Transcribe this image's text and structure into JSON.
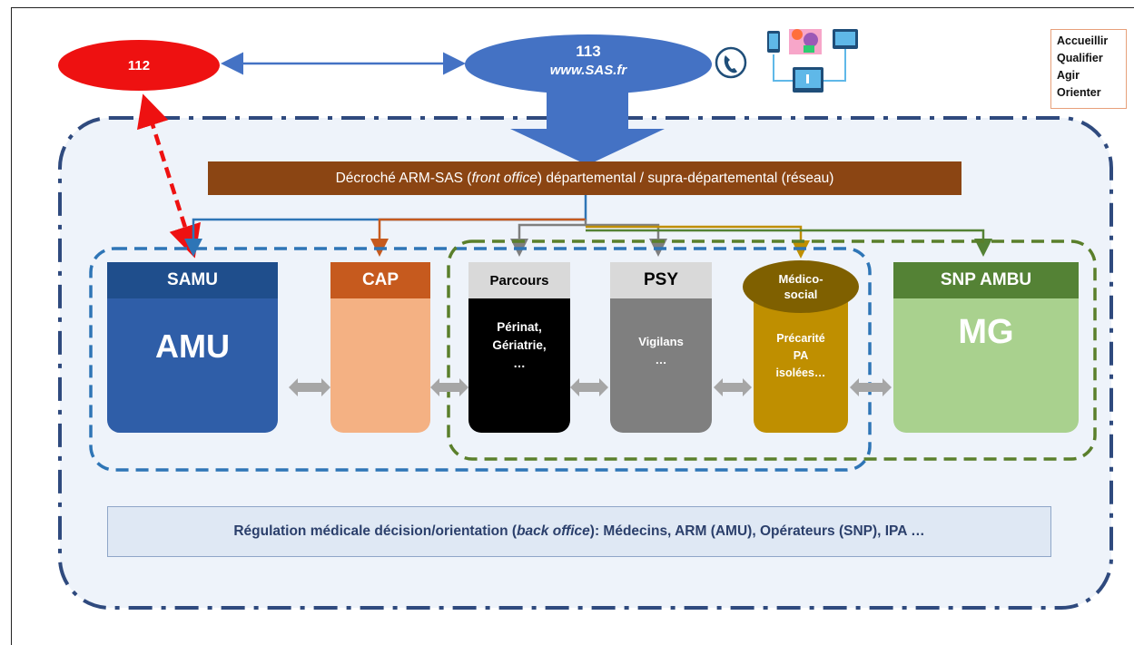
{
  "legend": {
    "items": [
      "Accueillir",
      "Qualifier",
      "Agir",
      "Orienter"
    ]
  },
  "top": {
    "n112": "112",
    "n113": "113",
    "url113": "www.SAS.fr"
  },
  "front_office": {
    "prefix": "Décroché ARM-SAS (",
    "italic": "front office",
    "suffix": ") départemental / supra-départemental (réseau)"
  },
  "services": [
    {
      "header": "SAMU",
      "body": "AMU"
    },
    {
      "header": "CAP",
      "body": ""
    },
    {
      "header": "Parcours",
      "body_lines": [
        "Périnat,",
        "Gériatrie,",
        "…"
      ]
    },
    {
      "header": "PSY",
      "body_lines": [
        "Vigilans",
        "…"
      ]
    },
    {
      "header_lines": [
        "Médico-",
        "social"
      ],
      "body_lines": [
        "Précarité",
        "PA",
        "isolées…"
      ]
    },
    {
      "header": "SNP AMBU",
      "body": "MG"
    }
  ],
  "back_office": {
    "prefix": "Régulation médicale décision/orientation (",
    "italic": "back office",
    "suffix": "): Médecins, ARM (AMU), Opérateurs (SNP), IPA …"
  },
  "colors": {
    "samu": "#2f5ea8",
    "cap": "#c65a1e",
    "parcours": "#000000",
    "psy": "#7f7f7f",
    "medico": "#bf8f00",
    "snp": "#548235",
    "blue_dash": "#2e75b6",
    "green_dash": "#5a7f2b"
  },
  "icons": [
    "phone-icon",
    "devices-icon"
  ]
}
